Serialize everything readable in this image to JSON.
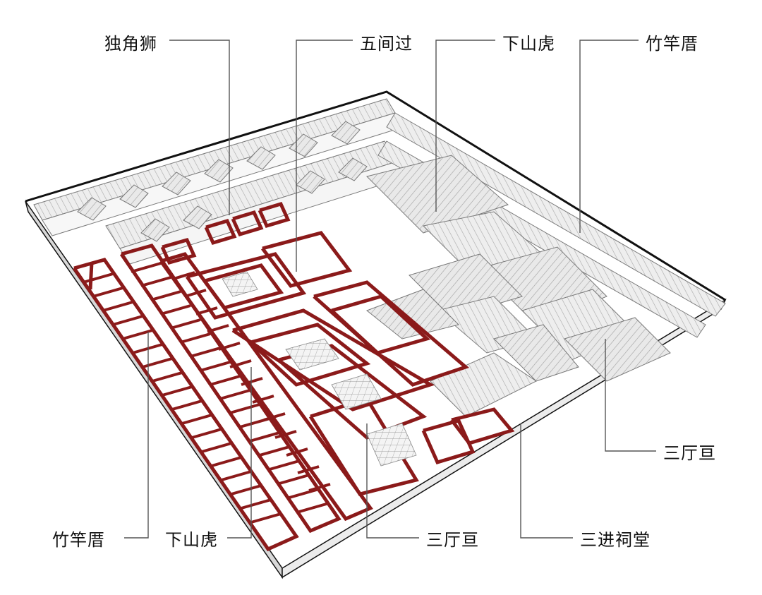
{
  "diagram": {
    "colors": {
      "wall": "#8b1a1a",
      "roof": "#e6e6e6",
      "roof_line": "#9a9a9a",
      "outline": "#111111",
      "leader": "#444444"
    },
    "labels": {
      "dujiaoshi": "独角狮",
      "wujianguo": "五间过",
      "xiashanhu_top": "下山虎",
      "zhuganmei_top": "竹竿厝",
      "santingzhuan_right": "三厅亘",
      "zhuganmei_bottom": "竹竿厝",
      "xiashanhu_bottom": "下山虎",
      "santingzhuan_bottom": "三厅亘",
      "sanjincitang": "三进祠堂"
    }
  }
}
